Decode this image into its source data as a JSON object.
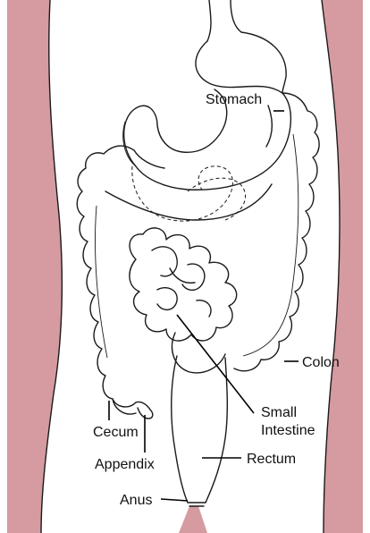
{
  "colors": {
    "skin": "#d59ba1",
    "skin_dark": "#b8767e",
    "body_fill": "#ffffff",
    "outline": "#1a1a1a"
  },
  "labels": {
    "stomach": "Stomach",
    "colon": "Colon",
    "small_intestine_line1": "Small",
    "small_intestine_line2": "Intestine",
    "rectum": "Rectum",
    "cecum": "Cecum",
    "appendix": "Appendix",
    "anus": "Anus"
  }
}
